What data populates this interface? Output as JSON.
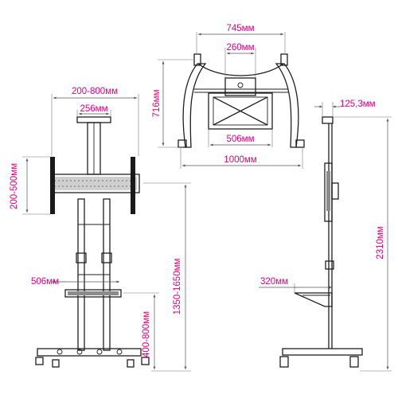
{
  "dimensions": {
    "top_width": "745мм",
    "top_mount": "260мм",
    "top_depth": "716мм",
    "top_shelf": "506мм",
    "top_base": "1000мм",
    "front_vesa_w": "200-800мм",
    "front_plate": "256мм",
    "front_vesa_h": "200-500мм",
    "front_shelf": "506мм",
    "front_height": "1350-1650мм",
    "front_shelf_height": "400-800мм",
    "side_offset": "125,3мм",
    "side_total": "2310мм",
    "side_shelf": "320мм"
  },
  "colors": {
    "dimension_text": "#e0007a",
    "drawing": "#1f1f1f"
  }
}
